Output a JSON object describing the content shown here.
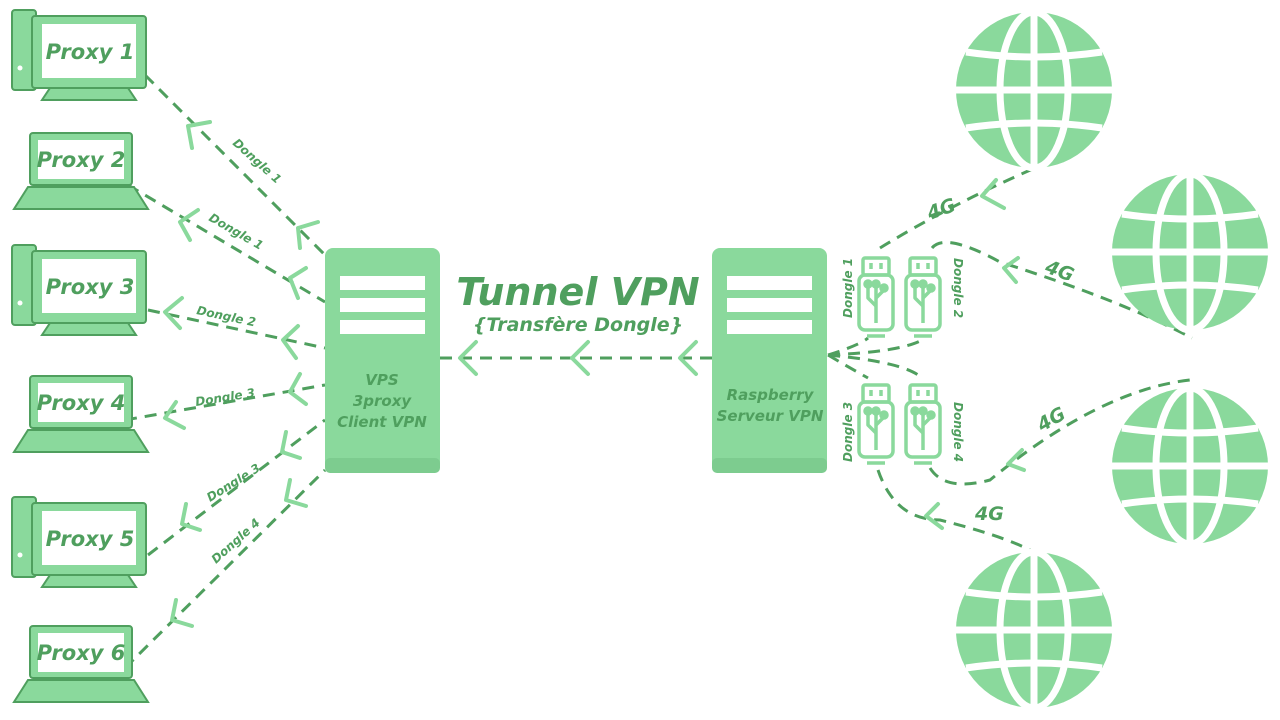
{
  "colors": {
    "fill": "#8ad99c",
    "stroke": "#4f9f5e",
    "text": "#3f8a4e",
    "light": "#ffffff"
  },
  "proxies": [
    {
      "label": "Proxy 1",
      "kind": "desktop"
    },
    {
      "label": "Proxy 2",
      "kind": "laptop"
    },
    {
      "label": "Proxy 3",
      "kind": "desktop"
    },
    {
      "label": "Proxy 4",
      "kind": "laptop"
    },
    {
      "label": "Proxy 5",
      "kind": "desktop"
    },
    {
      "label": "Proxy 6",
      "kind": "laptop"
    }
  ],
  "proxy_links": [
    "Dongle 1",
    "Dongle 1",
    "Dongle 2",
    "Dongle 3",
    "Dongle 3",
    "Dongle 4"
  ],
  "vps": {
    "line1": "VPS",
    "line2": "3proxy",
    "line3": "Client VPN"
  },
  "raspberry": {
    "line1": "Raspberry",
    "line2": "Serveur VPN"
  },
  "tunnel": {
    "title": "Tunnel VPN",
    "subtitle": "{Transfère Dongle}"
  },
  "dongles": [
    "Dongle 1",
    "Dongle 2",
    "Dongle 3",
    "Dongle 4"
  ],
  "internet_links": [
    "4G",
    "4G",
    "4G",
    "4G"
  ]
}
